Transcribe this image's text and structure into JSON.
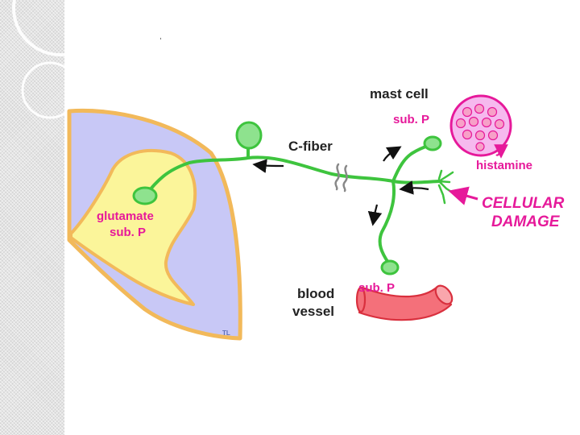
{
  "colors": {
    "axon": "#3ec43e",
    "dorsal_horn_outer": "#c8c8f6",
    "dorsal_horn_border": "#f2b95a",
    "inner_region": "#fbf59a",
    "pink_accent": "#e6199a",
    "mast_cell_fill": "#f6b9ee",
    "granule": "#f7a0c8",
    "vessel": "#f4707a",
    "text": "#222222"
  },
  "labels": {
    "mast_cell": "mast cell",
    "sub_p_mast": "sub. P",
    "c_fiber": "C-fiber",
    "histamine": "histamine",
    "cellular": "CELLULAR",
    "damage": "DAMAGE",
    "glutamate": "glutamate",
    "sub_p_spinal": "sub. P",
    "blood": "blood",
    "vessel": "vessel",
    "sub_p_vessel": "sub. P",
    "initials": "TL"
  }
}
